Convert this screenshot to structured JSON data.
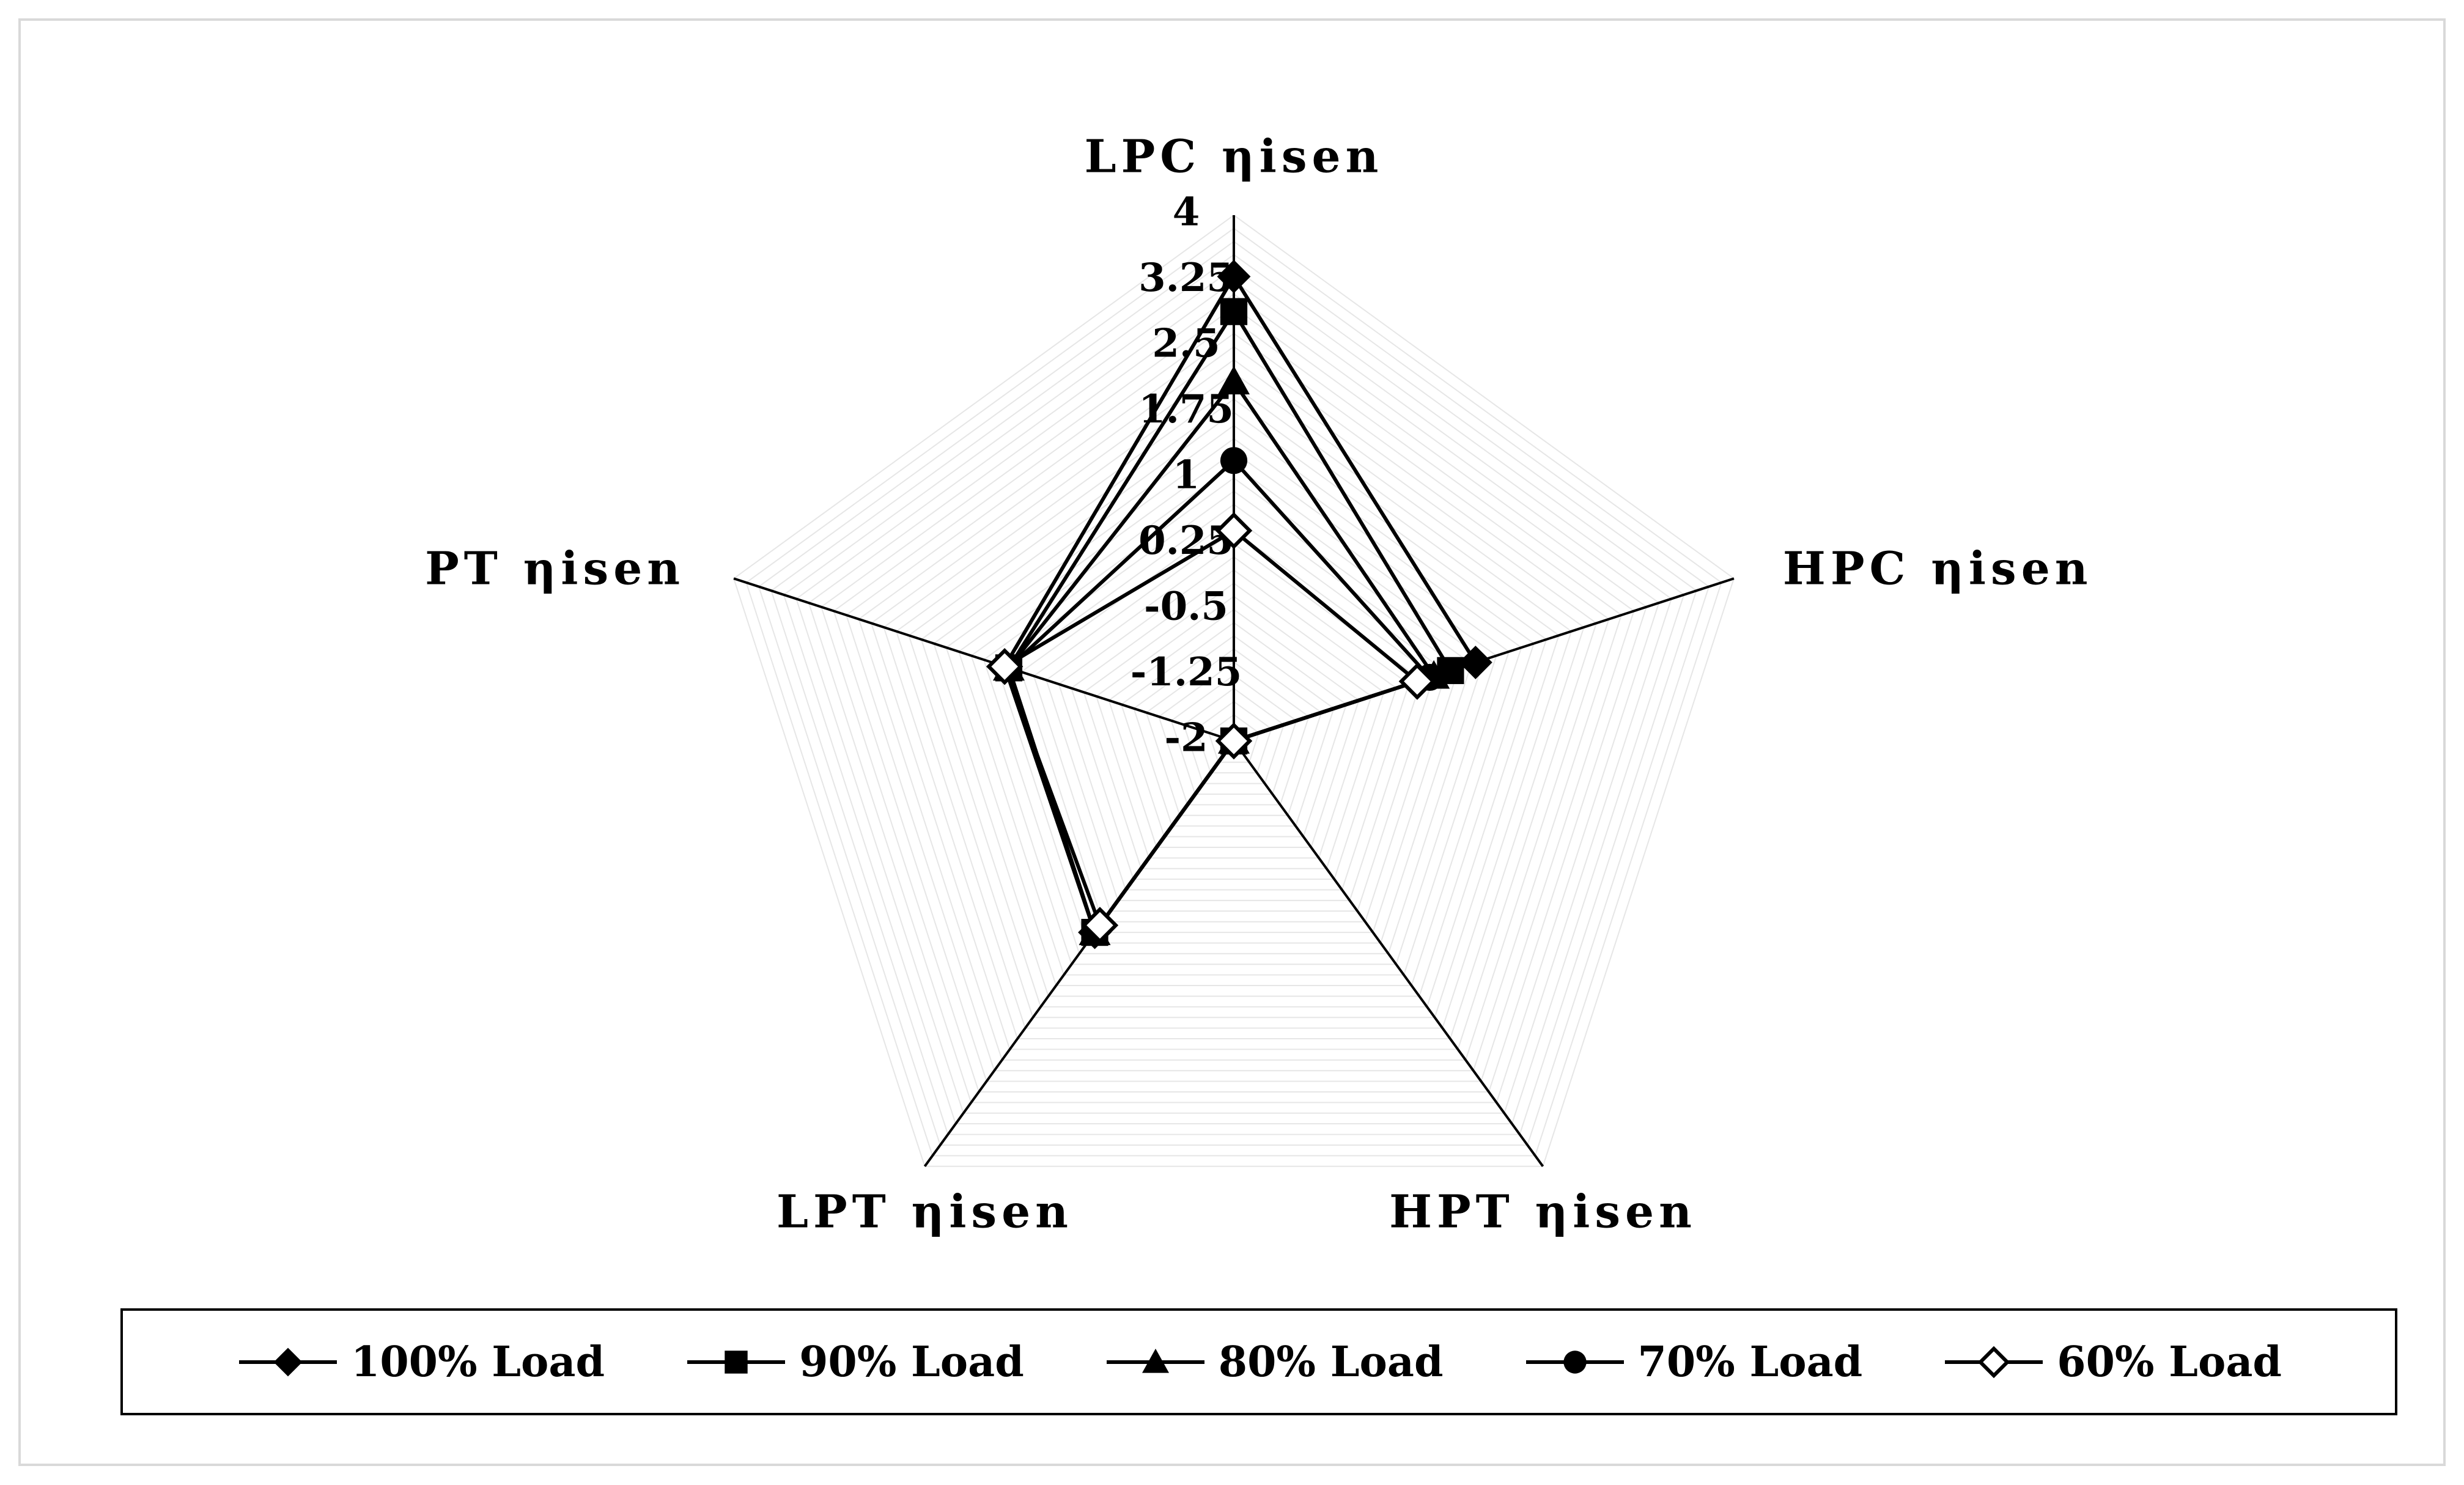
{
  "chart_data": {
    "type": "radar",
    "axes": [
      "LPC ηisen",
      "HPC ηisen",
      "HPT ηisen",
      "LPT ηisen",
      "PT ηisen"
    ],
    "rlim": [
      -2,
      4
    ],
    "tick_values": [
      4,
      3.25,
      2.5,
      1.75,
      1,
      0.25,
      -0.5,
      -1.25,
      -2
    ],
    "tick_labels": [
      "4",
      "3.25",
      "2.5",
      "1.75",
      "1",
      "0.25",
      "-0.5",
      "-1.25",
      "-2"
    ],
    "grid": true,
    "legend_position": "bottom",
    "series": [
      {
        "name": "100% Load",
        "marker": "diamond-filled",
        "values": [
          3.3,
          0.9,
          -2.0,
          0.7,
          0.75
        ]
      },
      {
        "name": "90% Load",
        "marker": "square-filled",
        "values": [
          2.9,
          0.6,
          -2.0,
          0.7,
          0.7
        ]
      },
      {
        "name": "80% Load",
        "marker": "triangle-filled",
        "values": [
          2.1,
          0.4,
          -2.0,
          0.7,
          0.7
        ]
      },
      {
        "name": "70% Load",
        "marker": "circle-filled",
        "values": [
          1.2,
          0.35,
          -2.0,
          0.7,
          0.7
        ]
      },
      {
        "name": "60% Load",
        "marker": "diamond-open",
        "values": [
          0.4,
          0.2,
          -2.0,
          0.6,
          0.75
        ]
      }
    ]
  }
}
